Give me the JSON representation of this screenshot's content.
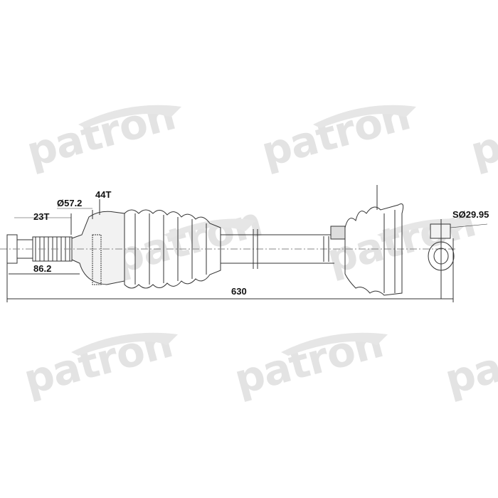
{
  "diagram": {
    "type": "drive-shaft technical drawing",
    "brand_watermark": "patron",
    "dimensions": {
      "outer_splines": "23T",
      "outer_diameter": "Ø57.2",
      "abs_ring_teeth": "44T",
      "outer_length": "86.2",
      "overall_length": "630",
      "inner_ball_diameter": "SØ29.95"
    },
    "colors": {
      "line": "#333333",
      "watermark": "#e3e3e3",
      "text": "#111111"
    }
  }
}
